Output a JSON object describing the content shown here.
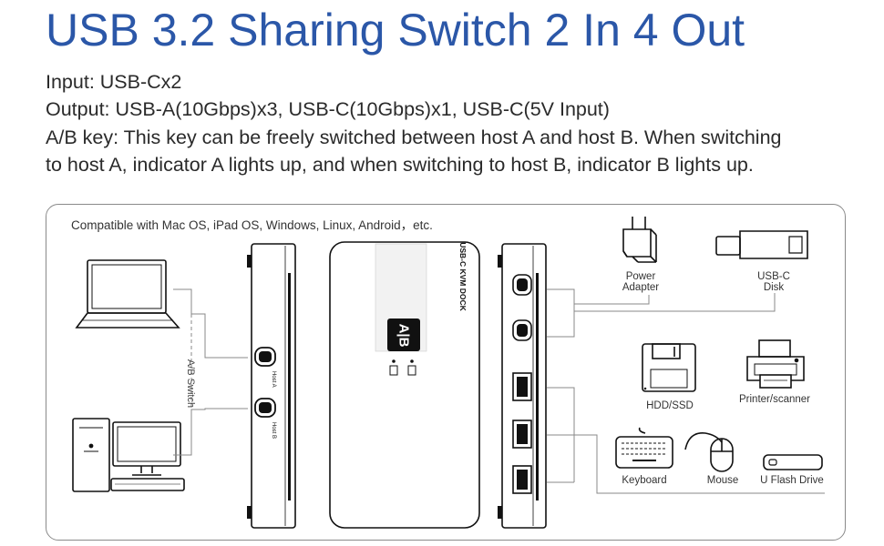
{
  "header": {
    "title": "USB 3.2 Sharing Switch 2 In 4 Out",
    "input_line": "Input: USB-Cx2",
    "output_line": "Output: USB-A(10Gbps)x3, USB-C(10Gbps)x1, USB-C(5V Input)",
    "ab_line_1": "A/B key: This key can be freely switched between host A and host B. When switching",
    "ab_line_2": "to host A, indicator A lights up, and when switching to host B, indicator B lights up."
  },
  "diagram": {
    "compat_text": "Compatible with Mac OS, iPad OS, Windows, Linux, Android，etc.",
    "ab_switch_label": "A/B Switch",
    "dock_label": "USB-C KVM DOCK",
    "ab_key_label": "A|B",
    "devices": {
      "power_adapter": "Power Adapter",
      "usbc_disk": "USB-C Disk",
      "hdd_ssd": "HDD/SSD",
      "printer": "Printer/scanner",
      "keyboard": "Keyboard",
      "mouse": "Mouse",
      "flash_drive": "U Flash Drive"
    }
  },
  "colors": {
    "title": "#2b57a8",
    "line": "#8a8a8a",
    "device": "#111111"
  }
}
